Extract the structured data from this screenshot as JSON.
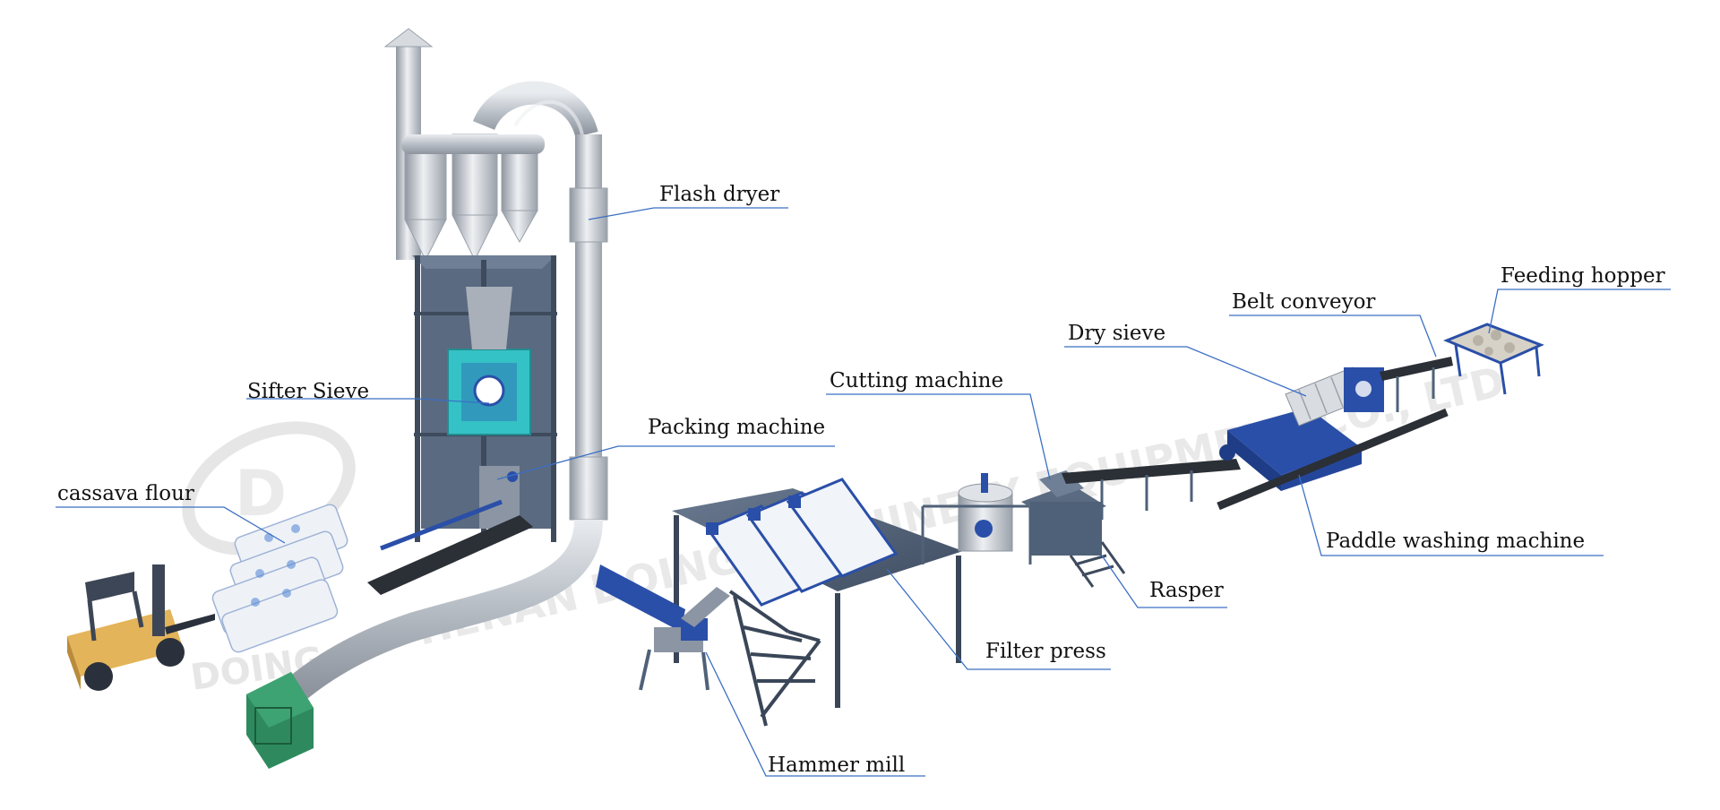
{
  "diagram": {
    "labels": {
      "flash_dryer": "Flash dryer",
      "feeding_hopper": "Feeding hopper",
      "belt_conveyor": "Belt conveyor",
      "dry_sieve": "Dry sieve",
      "cutting_machine": "Cutting machine",
      "sifter_sieve": "Sifter Sieve",
      "packing_machine": "Packing machine",
      "cassava_flour": "cassava flour",
      "paddle_washing_machine": "Paddle washing machine",
      "rasper": "Rasper",
      "filter_press": "Filter press",
      "hammer_mill": "Hammer mill"
    },
    "watermark": {
      "brand": "DOING",
      "company": "HENAN DOING MACHINERY EQUIPMENT CO., LTD",
      "logo_letter": "D"
    },
    "colors": {
      "machine_blue": "#2a4fa8",
      "steel_frame": "#4f6178",
      "silver_pipe": "#c8cdd3",
      "teal_sifter": "#35c2c6",
      "green_fan": "#2e8a5e",
      "forklift_yellow": "#e4b45a",
      "leader_line": "#3b6fc4"
    }
  }
}
